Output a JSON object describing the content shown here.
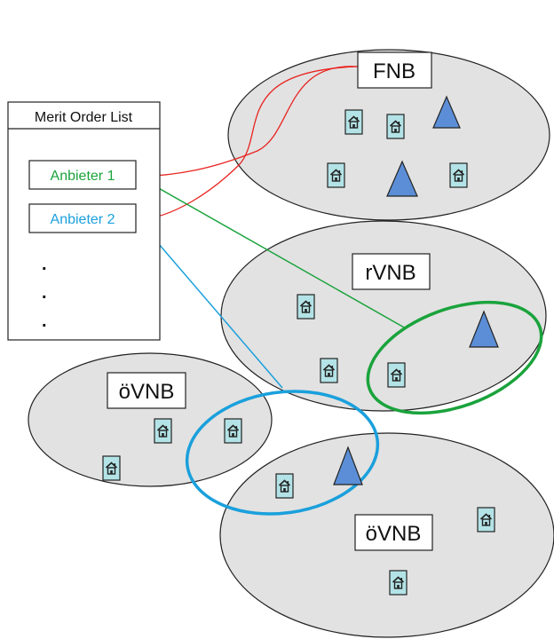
{
  "merit_order": {
    "title": "Merit Order List",
    "providers": [
      "Anbieter 1",
      "Anbieter 2"
    ],
    "dots": ".",
    "provider_colors": [
      "#1aa33c",
      "#1aa0dc"
    ]
  },
  "networks": {
    "fnb": "FNB",
    "rvnb": "rVNB",
    "ovnb_left": "öVNB",
    "ovnb_bottom": "öVNB"
  },
  "colors": {
    "ellipse_fill": "#e2e2e2",
    "house_fill": "#b3e3e6",
    "triangle_fill": "#5b8ed6",
    "fnb_links": "#e8231f",
    "green": "#1aa33c",
    "blue": "#1aa0dc"
  },
  "icons": {
    "house": "house-icon",
    "triangle": "triangle-icon"
  }
}
